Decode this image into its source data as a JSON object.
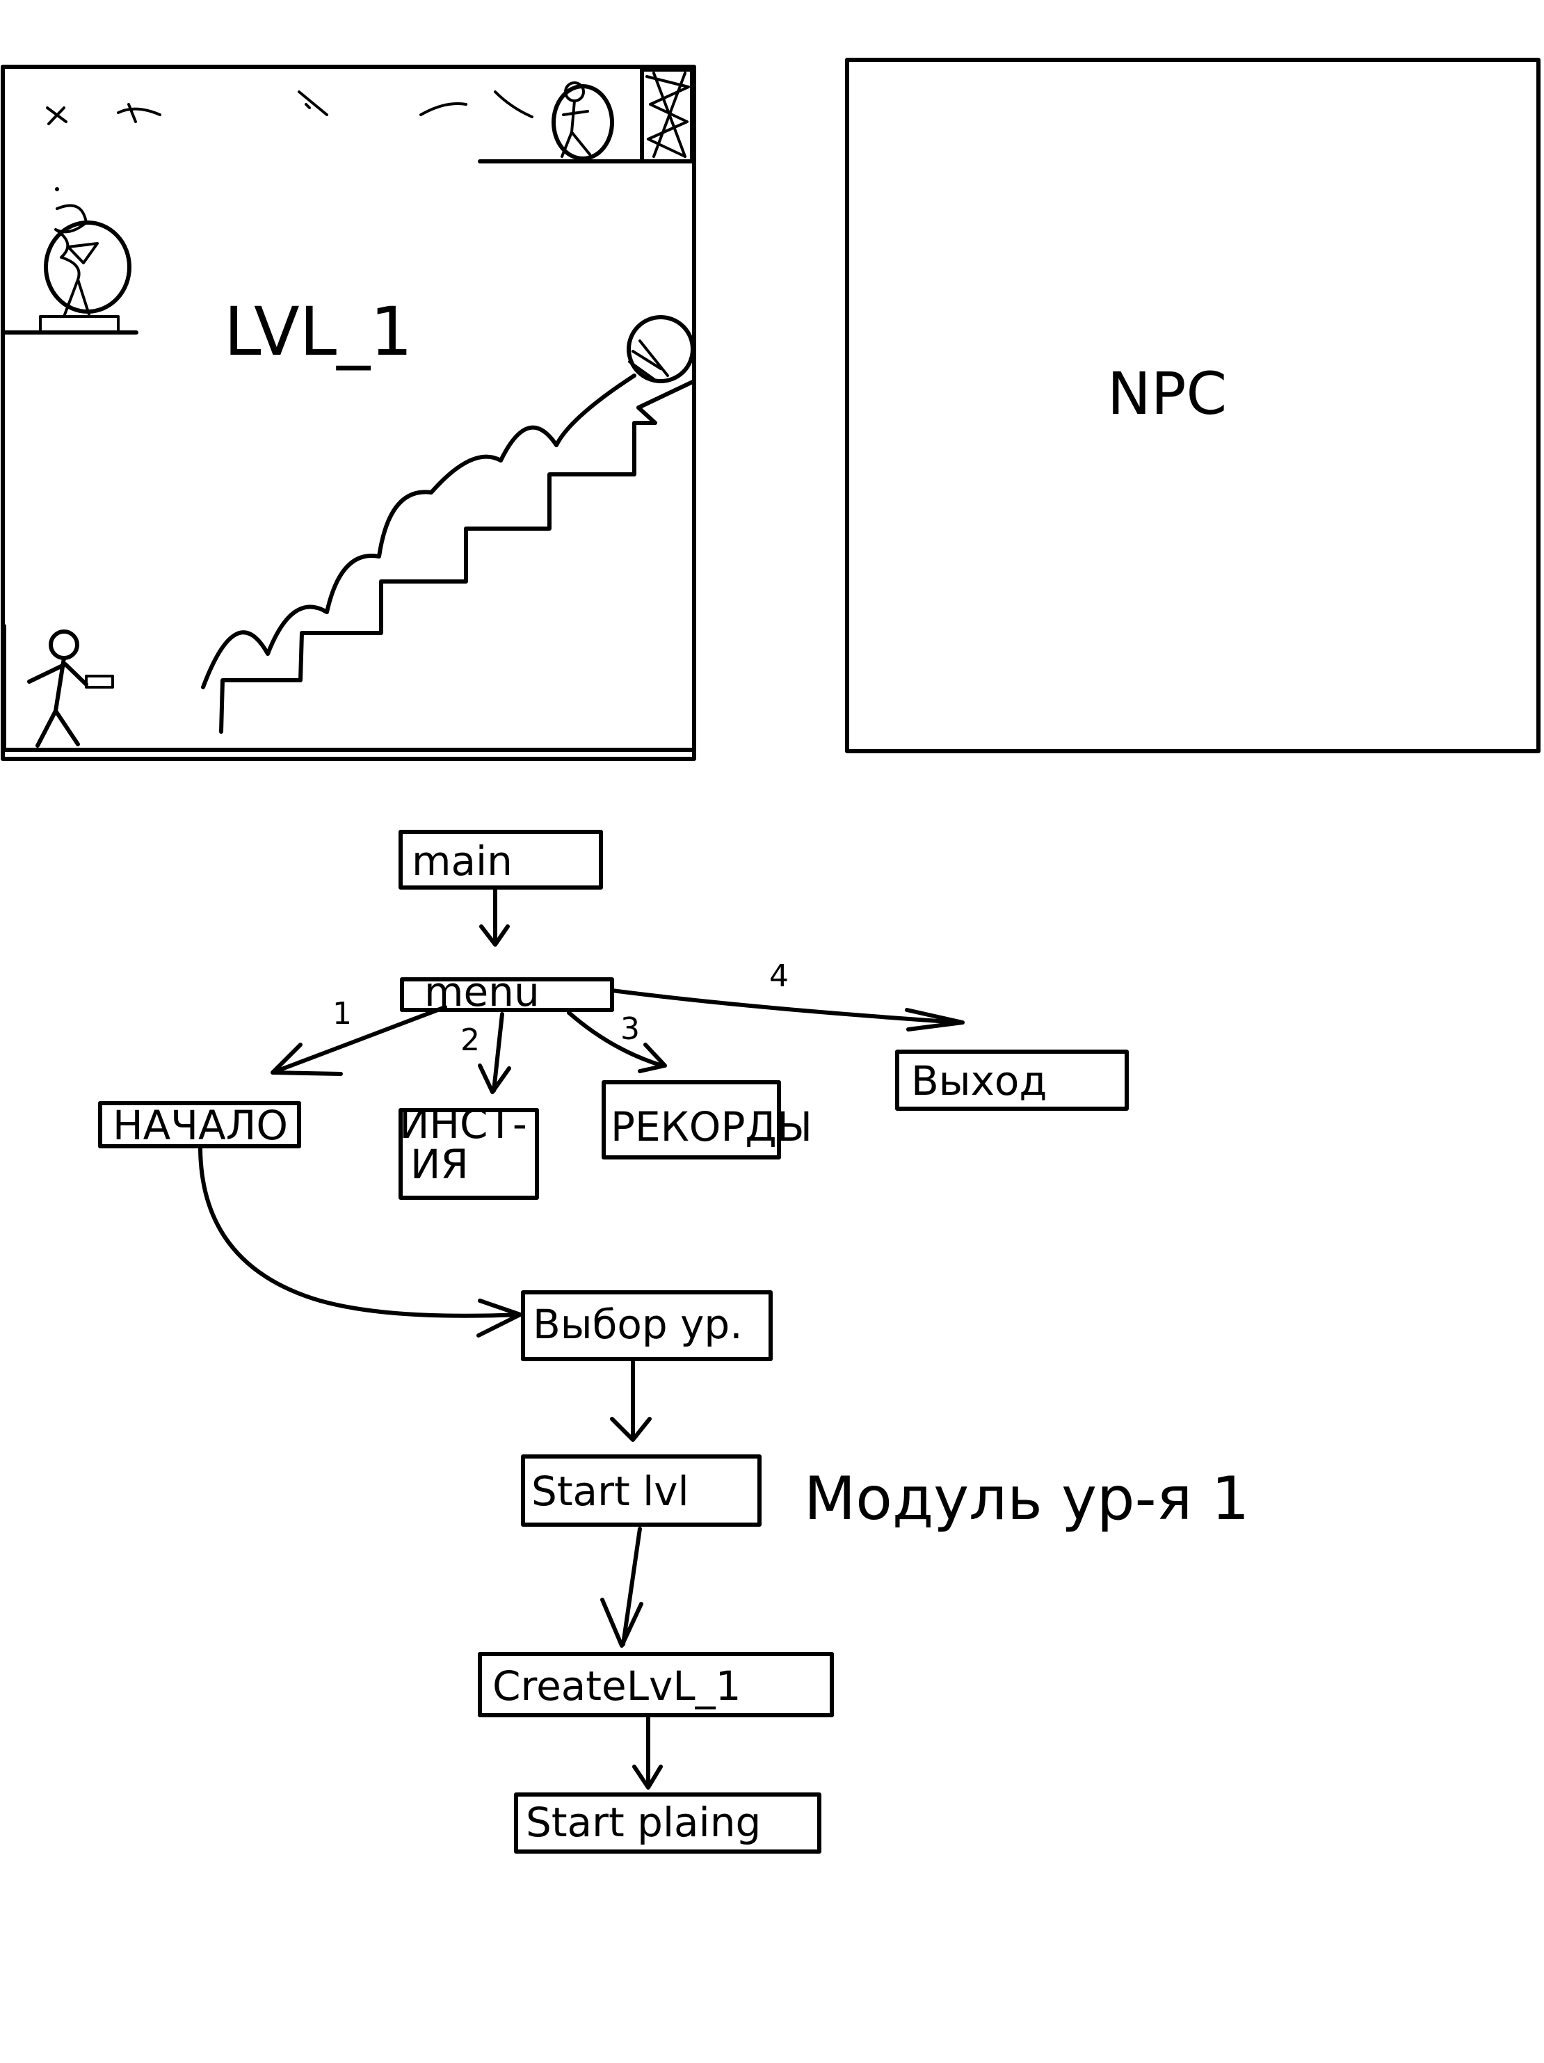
{
  "panels": {
    "level": {
      "title": "LVL_1"
    },
    "npc": {
      "title": "NPC"
    }
  },
  "flow": {
    "nodes": {
      "main": "main",
      "menu": "menu",
      "start": "НАЧАЛО",
      "instructions": "ИНСТ-\nИЯ",
      "records": "РЕКОРДЫ",
      "exit": "Выход",
      "level_select": "Выбор ур.",
      "start_lvl": "Start lvl",
      "create_lvl": "CreateLvL_1",
      "start_playing": "Start plaing"
    },
    "edges": {
      "e1": "1",
      "e2": "2",
      "e3": "3",
      "e4": "4"
    },
    "module_note": "Модуль ур-я 1"
  }
}
